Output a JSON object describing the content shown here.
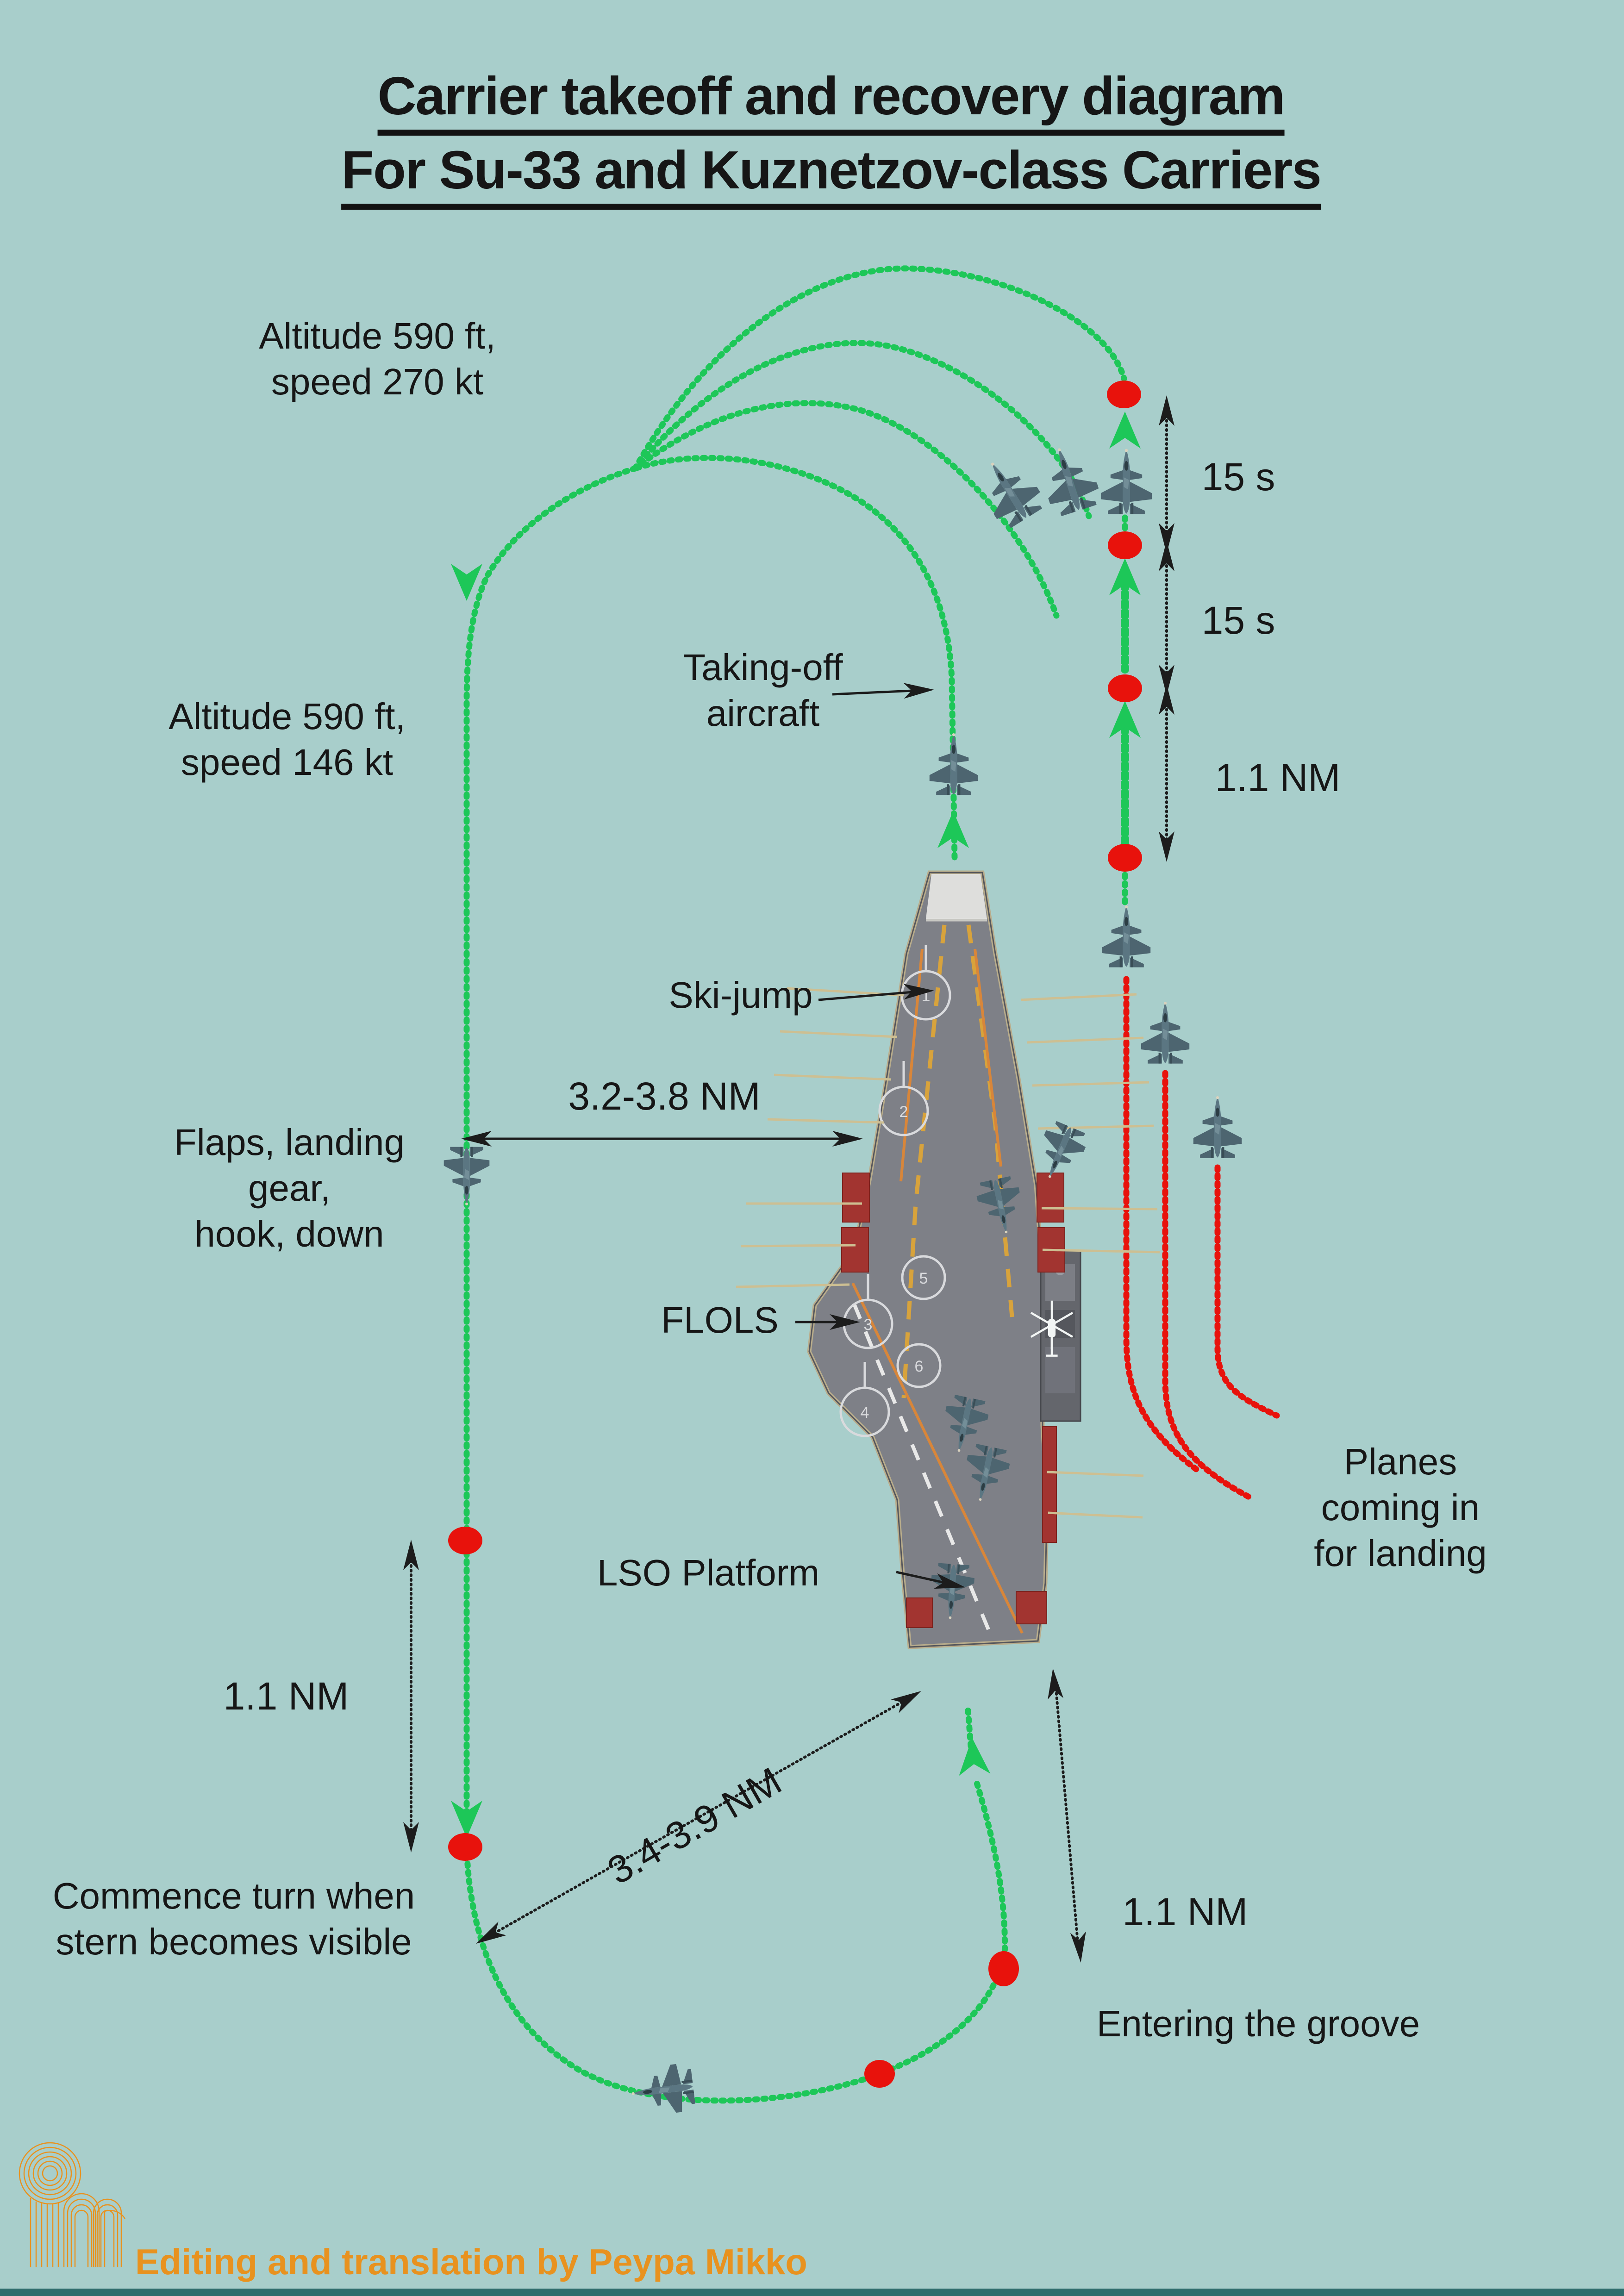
{
  "title": {
    "line1": "Carrier takeoff and recovery diagram",
    "line2": "For Su-33 and Kuznetzov-class Carriers"
  },
  "labels": {
    "alt_high": "Altitude 590 ft,\nspeed 270 kt",
    "alt_low": "Altitude 590 ft,\nspeed 146 kt",
    "taking_off": "Taking-off\naircraft",
    "ski_jump": "Ski-jump",
    "dist_downwind": "3.2-3.8 NM",
    "flaps": "Flaps, landing\ngear,\nhook, down",
    "flols": "FLOLS",
    "lso_platform": "LSO Platform",
    "nm_left": "1.1 NM",
    "commence_turn": "Commence turn when\nstern becomes visible",
    "dist_diag": "3.4-3.9 NM",
    "nm_final": "1.1 NM",
    "entering_groove": "Entering the groove",
    "planes_landing": "Planes coming in\nfor landing",
    "interval_a": "15 s",
    "interval_b": "15 s",
    "nm_pattern": "1.1 NM"
  },
  "carrier": {
    "helipads": [
      "1",
      "2",
      "3",
      "4",
      "5",
      "6"
    ]
  },
  "credit": {
    "text": "Editing and translation by Peypa Mikko"
  },
  "colors": {
    "background": "#a8cecb",
    "path_green": "#1dc758",
    "marker_red": "#e8120c",
    "ink": "#1c1c1c",
    "accent_orange": "#e8921f"
  }
}
